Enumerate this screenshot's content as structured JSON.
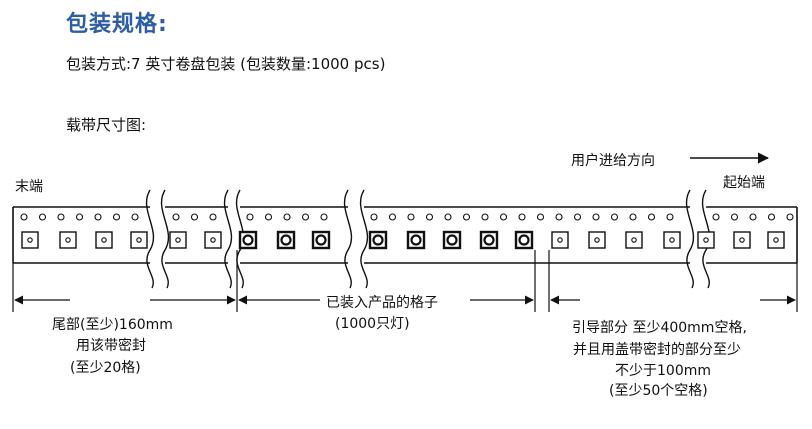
{
  "header": {
    "title": "包装规格:",
    "packaging_line": "包装方式:7 英寸卷盘包装 (包装数量:1000 pcs)",
    "diagram_label": "载带尺寸图:"
  },
  "diagram": {
    "direction_text": "用户进给方向",
    "left_end": "末端",
    "right_end": "起始端",
    "tail": {
      "line1": "尾部(至少)160mm",
      "line2": "用该带密封",
      "line3": "(至少20格)"
    },
    "filled": {
      "line1": "已装入产品的格子",
      "line2": "(1000只灯)"
    },
    "leader": {
      "line1": "引导部分 至少400mm空格,",
      "line2": "并且用盖带密封的部分至少",
      "line3": "不少于100mm",
      "line4": "(至少50个空格)"
    }
  }
}
